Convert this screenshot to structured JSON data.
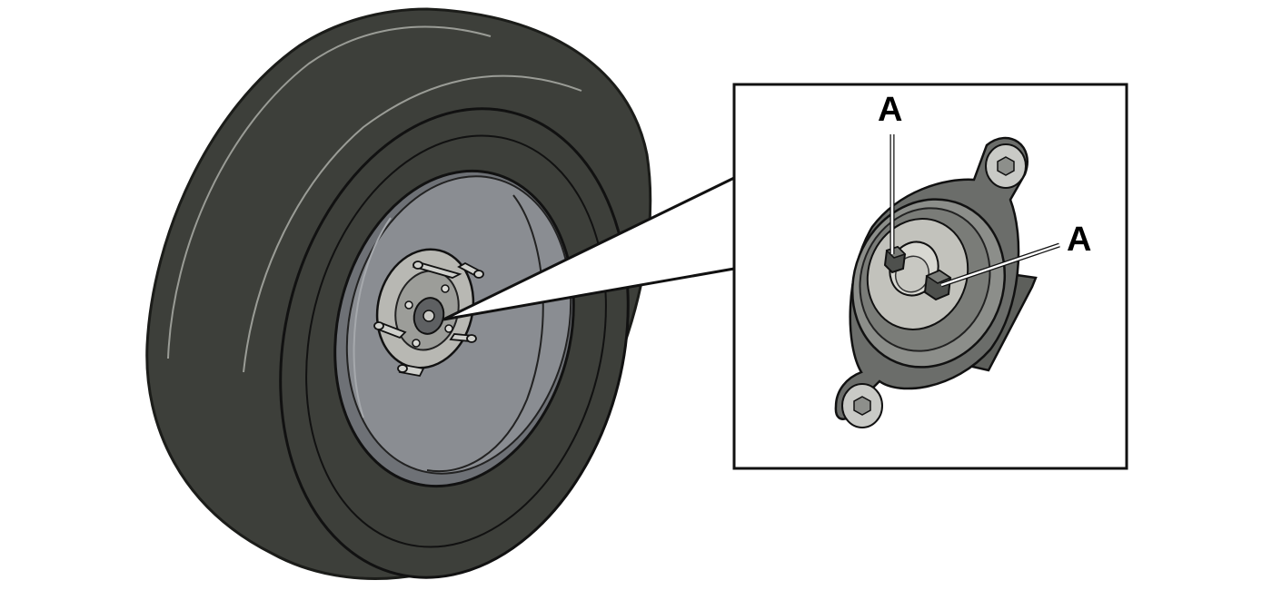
{
  "callouts": {
    "upper_label": "A",
    "right_label": "A"
  },
  "colors": {
    "tire": "#3d3f3a",
    "tire_edge": "#1b1c19",
    "rim": "#7a7d82",
    "rim_light": "#9a9da1",
    "hub": "#b9b9b4",
    "inset_border": "#111111",
    "leader": "#ffffff"
  },
  "icons": {
    "wheel": "spare-wheel-illustration",
    "sensor": "tire-pressure-sensor-bracket",
    "nut": "hex-nut"
  }
}
